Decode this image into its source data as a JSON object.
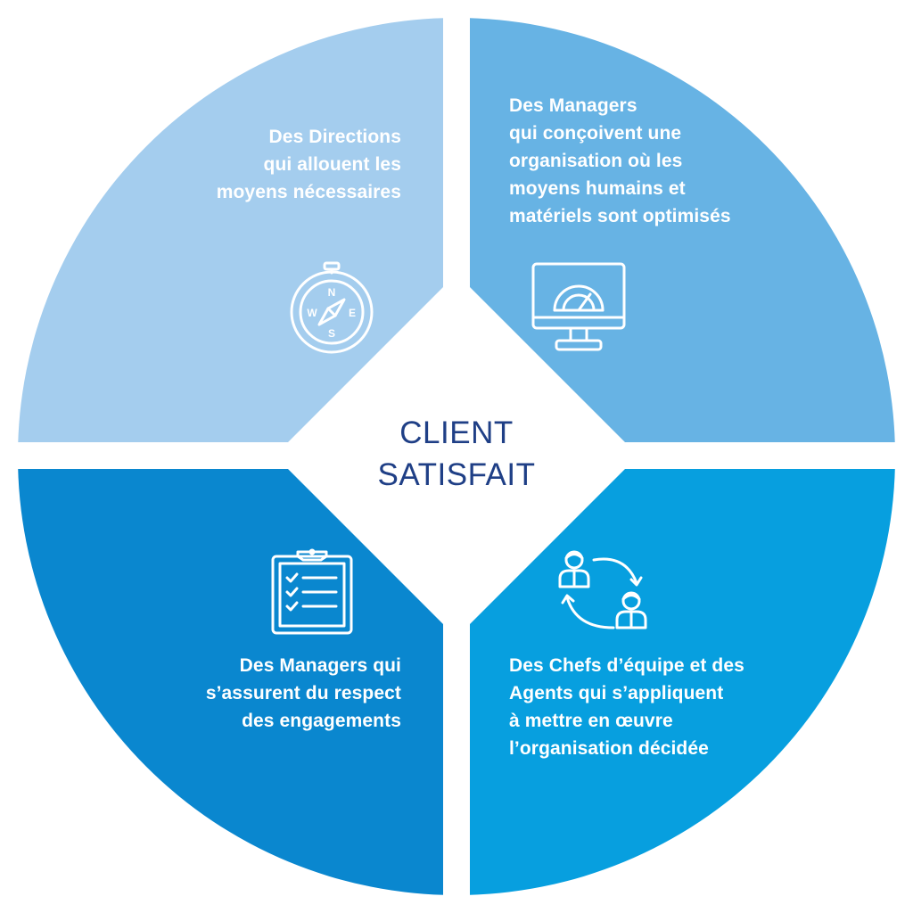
{
  "center": {
    "line1": "CLIENT",
    "line2": "SATISFAIT",
    "color": "#1f3f86"
  },
  "quadrants": {
    "top_left": {
      "color": "#a4cdee",
      "icon": "compass-icon",
      "compass_n": "N",
      "compass_s": "S",
      "compass_e": "E",
      "compass_w": "W",
      "lines": [
        "Des Directions",
        "qui allouent les",
        "moyens nécessaires"
      ]
    },
    "top_right": {
      "color": "#67b3e4",
      "icon": "monitor-gauge-icon",
      "lines": [
        "Des Managers",
        "qui conçoivent une",
        "organisation où les",
        "moyens humains et",
        "matériels sont optimisés"
      ]
    },
    "bottom_left": {
      "color": "#0a87cf",
      "icon": "clipboard-checklist-icon",
      "lines": [
        "Des Managers qui",
        "s’assurent du respect",
        "des engagements"
      ]
    },
    "bottom_right": {
      "color": "#079fdf",
      "icon": "people-exchange-icon",
      "lines": [
        "Des Chefs d’équipe et des",
        "Agents qui s’appliquent",
        "à mettre en œuvre",
        "l’organisation décidée"
      ]
    }
  }
}
